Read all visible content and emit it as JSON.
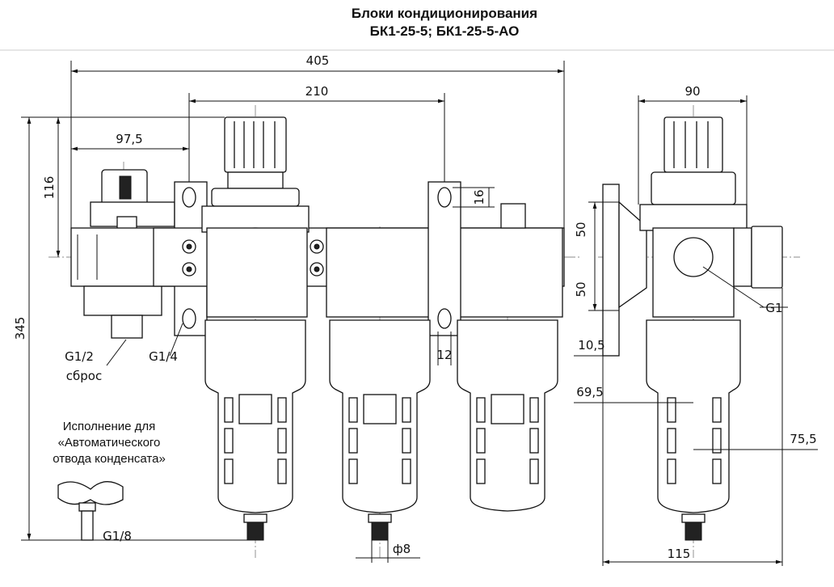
{
  "title": {
    "line1": "Блоки кондиционирования",
    "line2": "БК1-25-5; БК1-25-5-АО"
  },
  "note": {
    "line1": "Исполнение для",
    "line2": "«Автоматического",
    "line3": "отвода конденсата»"
  },
  "dimensions": {
    "d405": "405",
    "d210": "210",
    "d97_5": "97,5",
    "d116": "116",
    "d16": "16",
    "d345": "345",
    "d12": "12",
    "d90": "90",
    "d50_top": "50",
    "d50_bottom": "50",
    "d10_5": "10,5",
    "d69_5": "69,5",
    "d75_5": "75,5",
    "d115": "115",
    "d8": "ф8"
  },
  "labels": {
    "g1_2": "G1/2",
    "reset": "сброс",
    "g1_4": "G1/4",
    "g1": "G1",
    "g1_8": "G1/8"
  }
}
